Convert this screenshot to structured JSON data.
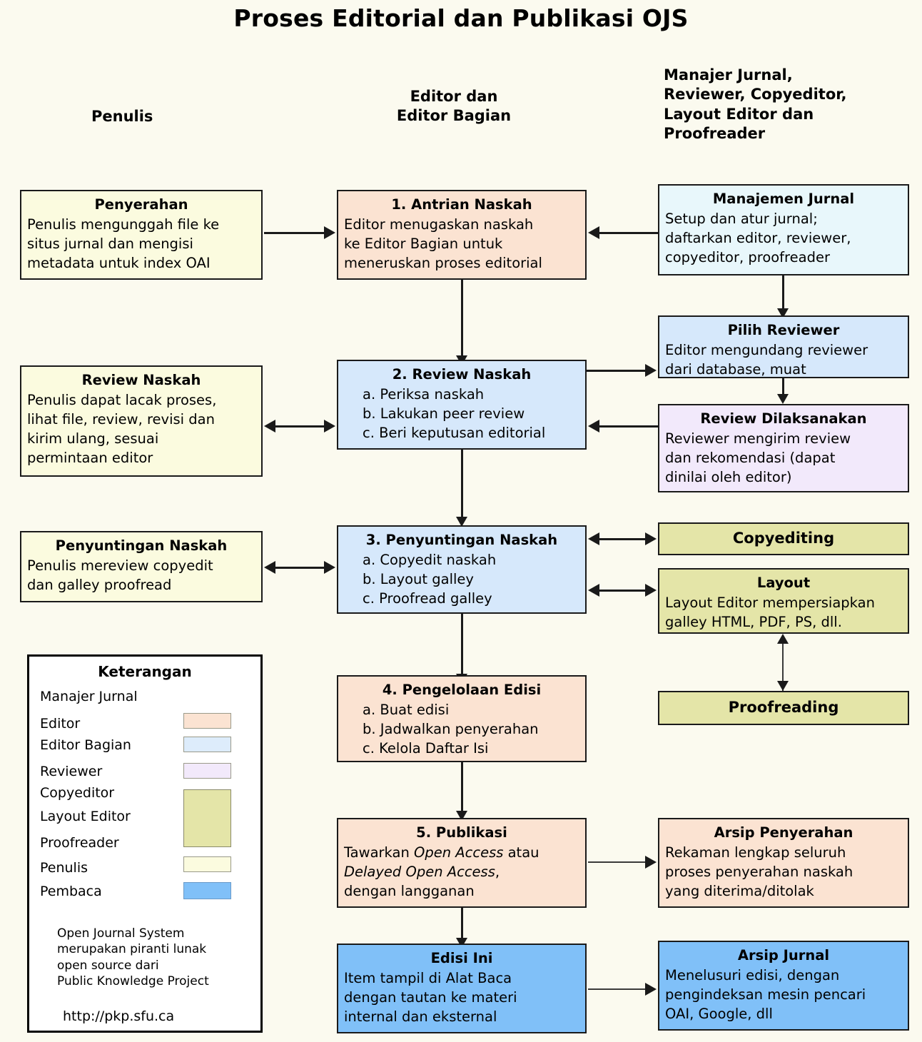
{
  "title": "Proses Editorial dan Publikasi OJS",
  "columns": {
    "left": "Penulis",
    "center_line1": "Editor dan",
    "center_line2": "Editor Bagian",
    "right_line1": "Manajer Jurnal,",
    "right_line2": "Reviewer, Copyeditor,",
    "right_line3": "Layout Editor dan",
    "right_line4": "Proofreader"
  },
  "boxes": {
    "penyerahan": {
      "heading": "Penyerahan",
      "lines": [
        "Penulis mengunggah file ke",
        "situs jurnal dan mengisi",
        "metadata untuk index OAI"
      ],
      "color": "#fbfbdf",
      "role": "Penulis"
    },
    "antrian_naskah": {
      "heading": "1. Antrian Naskah",
      "lines": [
        "Editor menugaskan naskah",
        "ke Editor Bagian untuk",
        "meneruskan proses editorial"
      ],
      "color": "#fbe3d2",
      "role": "Editor"
    },
    "manajemen_jurnal": {
      "heading": "Manajemen Jurnal",
      "lines": [
        "Setup dan atur jurnal;",
        "daftarkan editor, reviewer,",
        "copyeditor, proofreader"
      ],
      "color": "#e8f7fb",
      "role": "Manajer Jurnal"
    },
    "pilih_reviewer": {
      "heading": "Pilih Reviewer",
      "lines": [
        "Editor mengundang reviewer",
        "dari database, muat"
      ],
      "color": "#d6e8fb",
      "role": "Editor Bagian"
    },
    "review_naskah_penulis": {
      "heading": "Review Naskah",
      "lines": [
        "Penulis dapat lacak proses,",
        "lihat file, review, revisi dan",
        "kirim ulang, sesuai",
        "permintaan editor"
      ],
      "color": "#fbfbdf",
      "role": "Penulis"
    },
    "review_naskah": {
      "heading": "2. Review Naskah",
      "lines": [
        "a. Periksa naskah",
        "b. Lakukan peer review",
        "c. Beri keputusan editorial"
      ],
      "color": "#d6e8fb",
      "role": "Editor Bagian"
    },
    "review_dilaksanakan": {
      "heading": "Review Dilaksanakan",
      "lines": [
        "Reviewer mengirim review",
        "dan rekomendasi (dapat",
        "dinilai oleh editor)"
      ],
      "color": "#f2e9fb",
      "role": "Reviewer"
    },
    "penyuntingan_naskah_penulis": {
      "heading": "Penyuntingan Naskah",
      "lines": [
        "Penulis mereview copyedit",
        "dan galley proofread"
      ],
      "color": "#fbfbdf",
      "role": "Penulis"
    },
    "penyuntingan_naskah": {
      "heading": "3. Penyuntingan Naskah",
      "lines": [
        "a. Copyedit naskah",
        "b. Layout galley",
        "c. Proofread galley"
      ],
      "color": "#d6e8fb",
      "role": "Editor Bagian"
    },
    "copyediting": {
      "heading": "Copyediting",
      "lines": [],
      "color": "#e4e5a8",
      "role": "Copyeditor"
    },
    "layout": {
      "heading": "Layout",
      "lines": [
        "Layout Editor mempersiapkan",
        "galley HTML, PDF, PS, dll."
      ],
      "color": "#e4e5a8",
      "role": "Layout Editor"
    },
    "proofreading": {
      "heading": "Proofreading",
      "lines": [],
      "color": "#e4e5a8",
      "role": "Proofreader"
    },
    "pengelolaan_edisi": {
      "heading": "4. Pengelolaan Edisi",
      "lines": [
        "a. Buat edisi",
        "b. Jadwalkan penyerahan",
        "c. Kelola Daftar Isi"
      ],
      "color": "#fbe3d2",
      "role": "Editor"
    },
    "publikasi": {
      "heading": "5. Publikasi",
      "line1_a": "Tawarkan ",
      "line1_i": "Open Access",
      "line1_b": " atau",
      "line2_i": "Delayed Open Access",
      "line2_b": ",",
      "line3": "dengan langganan",
      "color": "#fbe3d2",
      "role": "Editor"
    },
    "arsip_penyerahan": {
      "heading": "Arsip Penyerahan",
      "lines": [
        "Rekaman lengkap seluruh",
        "proses penyerahan naskah",
        "yang diterima/ditolak"
      ],
      "color": "#fbe3d2",
      "role": "Editor"
    },
    "edisi_ini": {
      "heading": "Edisi Ini",
      "lines": [
        "Item tampil di Alat Baca",
        "dengan tautan ke materi",
        "internal dan eksternal"
      ],
      "color": "#80c0f8",
      "role": "Pembaca"
    },
    "arsip_jurnal": {
      "heading": "Arsip Jurnal",
      "lines": [
        "Menelusuri edisi, dengan",
        "pengindeksan mesin pencari",
        "OAI, Google, dll"
      ],
      "color": "#80c0f8",
      "role": "Pembaca"
    }
  },
  "legend": {
    "title": "Keterangan",
    "items": [
      {
        "label": "Manajer Jurnal",
        "swatch": null
      },
      {
        "label": "Editor",
        "swatch": "#fbe3d2"
      },
      {
        "label": "Editor Bagian",
        "swatch": "#ddecfb"
      },
      {
        "label": "Reviewer",
        "swatch": "#f2e9fb"
      },
      {
        "label": "Copyeditor",
        "swatch": "#e4e5a8"
      },
      {
        "label": "Layout Editor",
        "swatch": "#e4e5a8"
      },
      {
        "label": "Proofreader",
        "swatch": "#e4e5a8"
      },
      {
        "label": "Penulis",
        "swatch": "#fbfbdf"
      },
      {
        "label": "Pembaca",
        "swatch": "#80c0f8"
      }
    ],
    "note_lines": [
      "Open Journal System",
      "merupakan piranti lunak",
      "open source dari",
      "Public Knowledge Project"
    ],
    "url": "http://pkp.sfu.ca"
  }
}
